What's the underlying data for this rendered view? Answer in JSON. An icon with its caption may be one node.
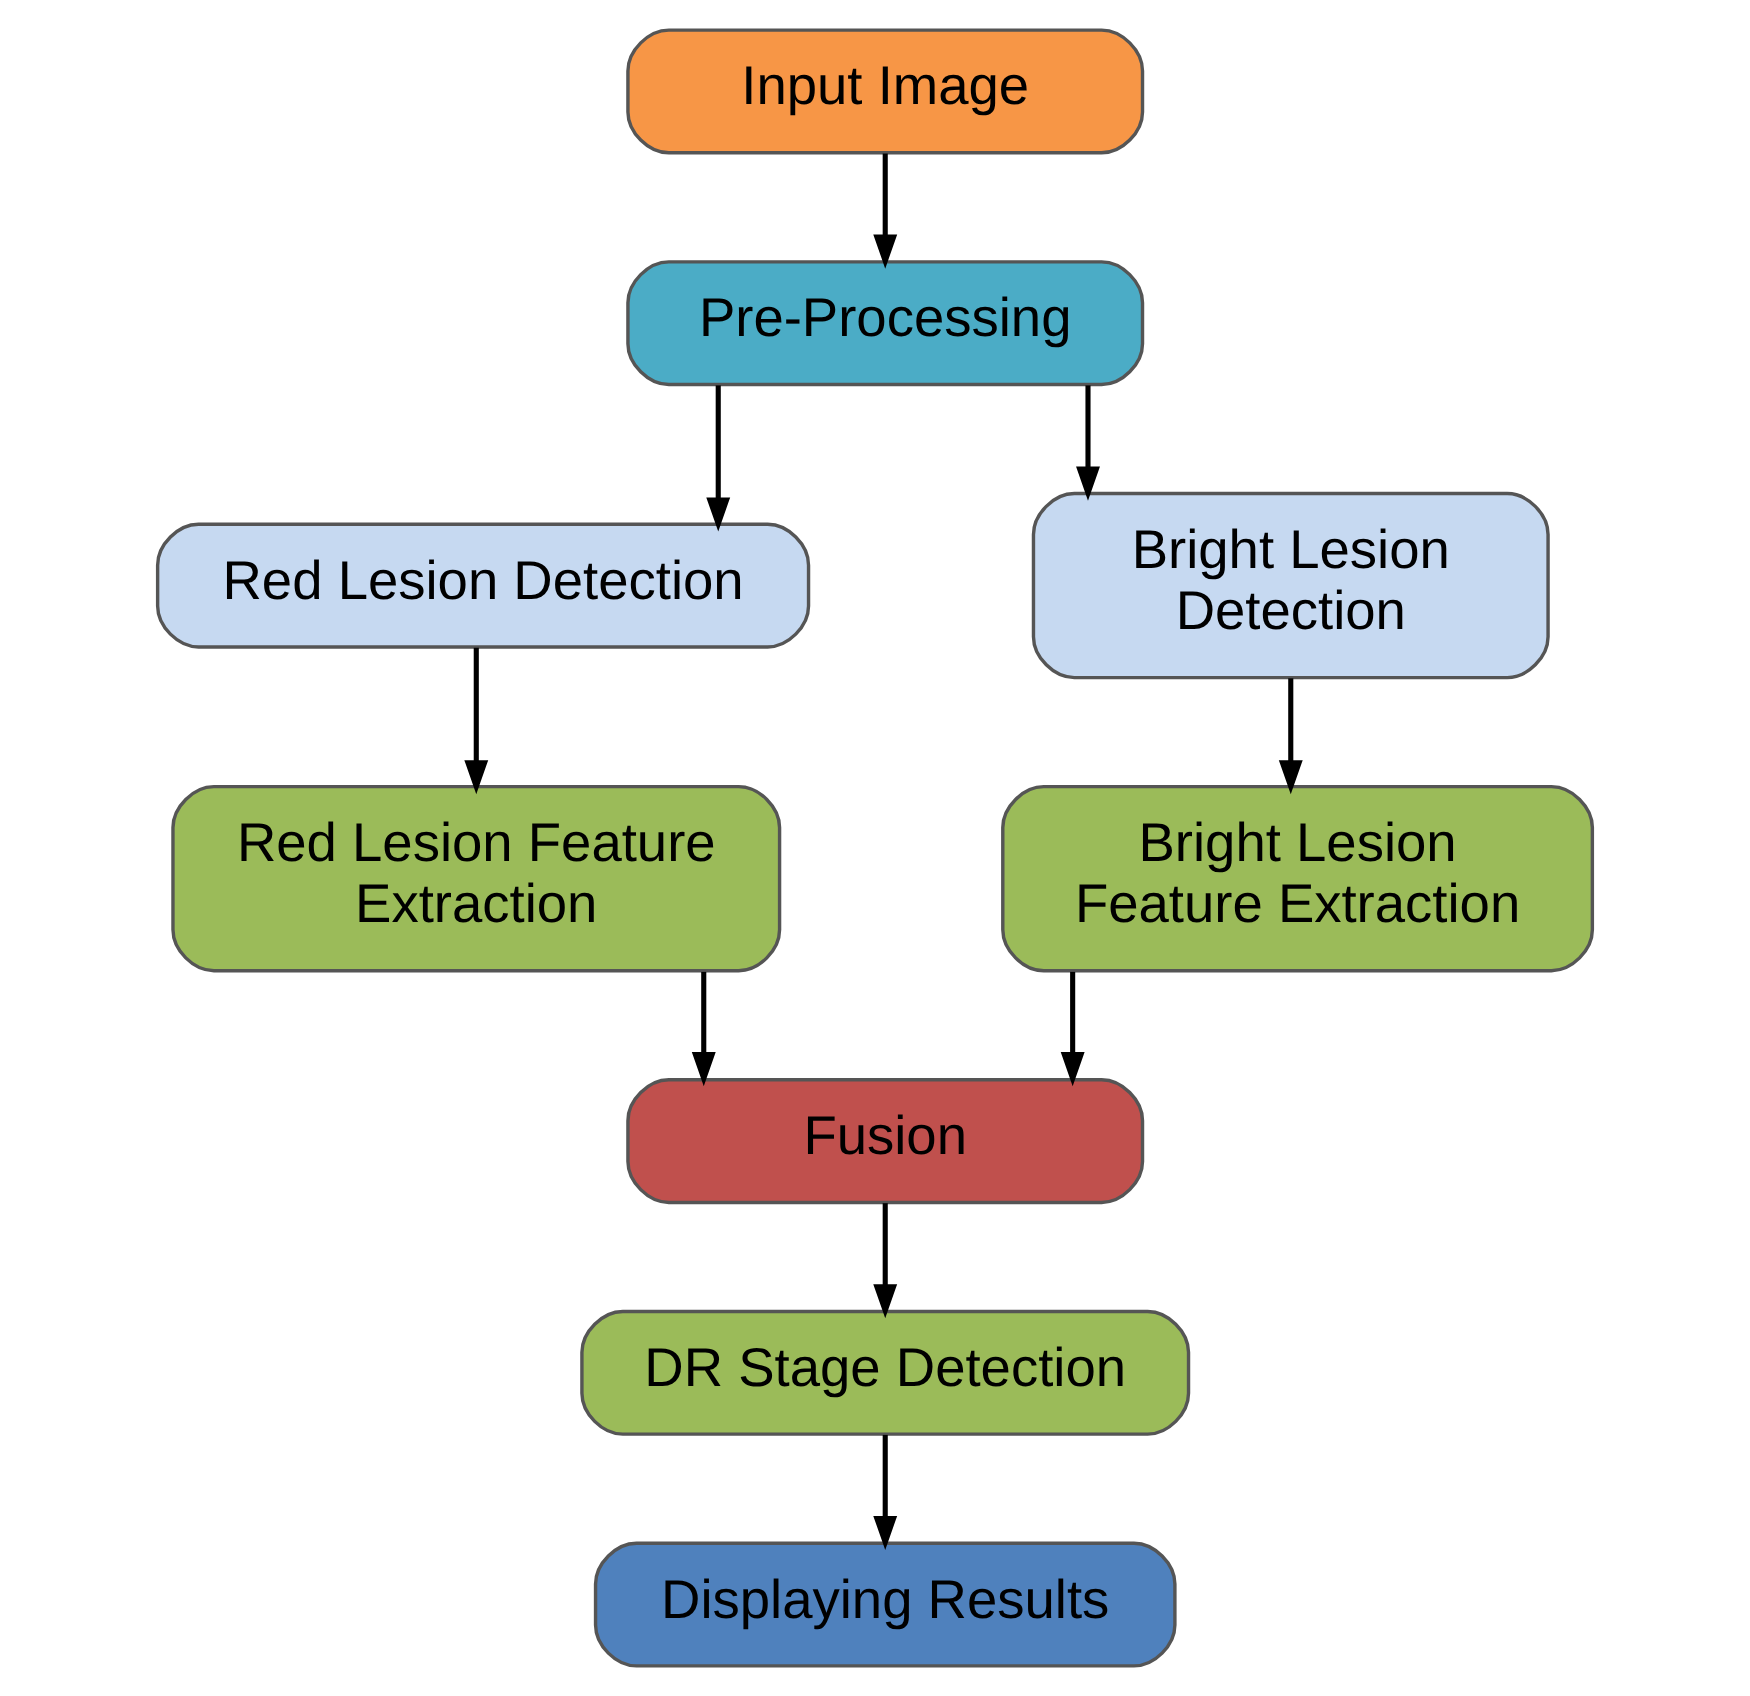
{
  "diagram": {
    "nodes": [
      {
        "text": [
          "Input Image"
        ]
      },
      {
        "text": [
          "Pre-Processing"
        ]
      },
      {
        "text": [
          "Red Lesion Detection"
        ]
      },
      {
        "text": [
          "Bright Lesion Detection"
        ]
      },
      {
        "text": [
          "Red Lesion Feature Extraction"
        ]
      },
      {
        "text": [
          "Bright Lesion Feature Extraction"
        ]
      },
      {
        "text": [
          "Fusion"
        ]
      },
      {
        "text": [
          "DR Stage Detection"
        ]
      },
      {
        "text": [
          "Displaying Results"
        ]
      }
    ],
    "edges": [
      {
        "from": 0,
        "to": 1,
        "arrow": "to"
      },
      {
        "from": 1,
        "to": 2,
        "arrow": "to"
      },
      {
        "from": 1,
        "to": 3,
        "arrow": "to"
      },
      {
        "from": 2,
        "to": 4,
        "arrow": "to"
      },
      {
        "from": 3,
        "to": 5,
        "arrow": "to"
      },
      {
        "from": 4,
        "to": 6,
        "arrow": "to"
      },
      {
        "from": 5,
        "to": 6,
        "arrow": "to"
      },
      {
        "from": 6,
        "to": 7,
        "arrow": "to"
      },
      {
        "from": 7,
        "to": 8,
        "arrow": "to"
      }
    ]
  }
}
